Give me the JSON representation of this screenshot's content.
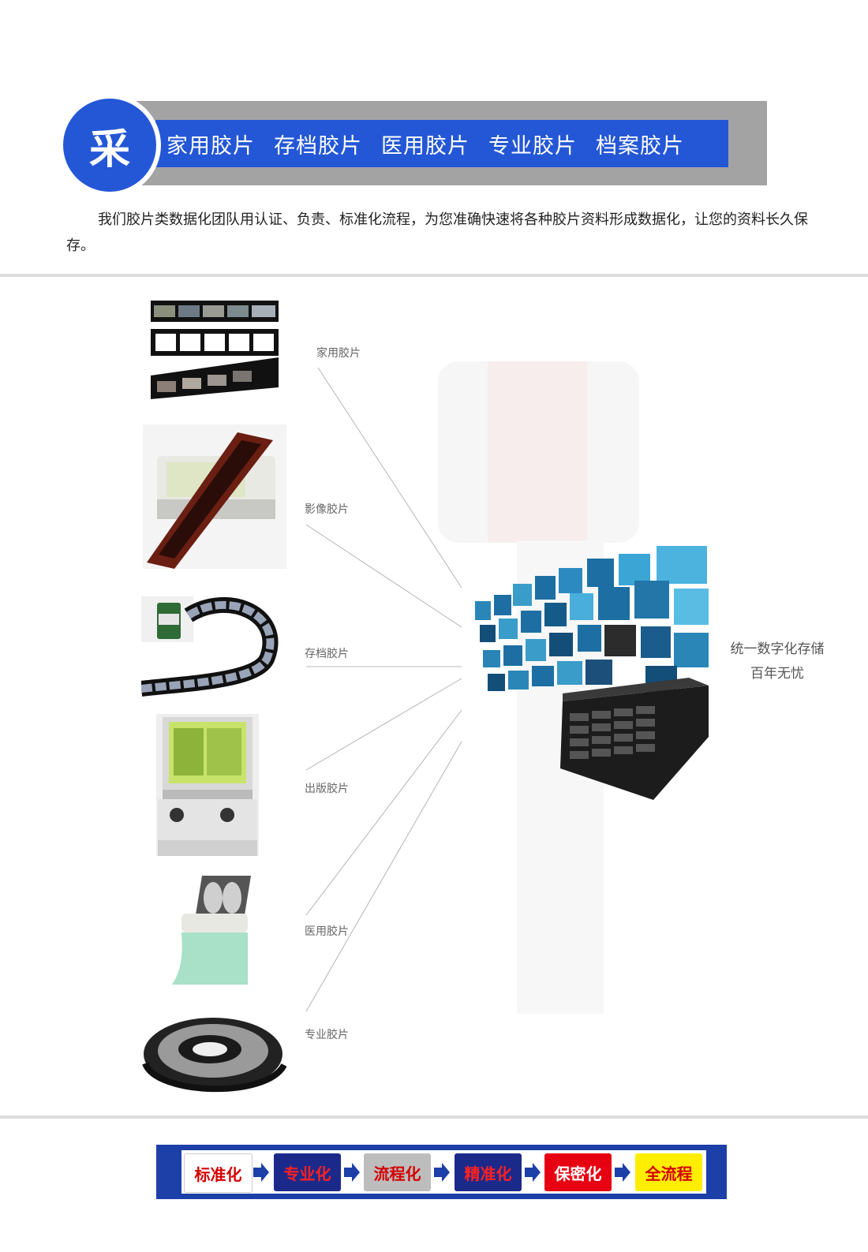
{
  "header": {
    "badge": "采",
    "tags": [
      "家用胶片",
      "存档胶片",
      "医用胶片",
      "专业胶片",
      "档案胶片"
    ]
  },
  "intro": "我们胶片类数据化团队用认证、负责、标准化流程，为您准确快速将各种胶片资料形成数据化，让您的资料长久保存。",
  "categories": [
    {
      "label": "家用胶片",
      "image": "film-strip-photos"
    },
    {
      "label": "影像胶片",
      "image": "film-scanner-device"
    },
    {
      "label": "存档胶片",
      "image": "film-roll-canister"
    },
    {
      "label": "出版胶片",
      "image": "microfilm-reader-machine"
    },
    {
      "label": "医用胶片",
      "image": "xray-film-scanner"
    },
    {
      "label": "专业胶片",
      "image": "film-reel"
    }
  ],
  "storage": {
    "note_line1": "统一数字化存储",
    "note_line2": "百年无忧",
    "image": "media-wall-and-storage-server"
  },
  "flow": {
    "steps": [
      {
        "label": "标准化",
        "bg": "#ffffff",
        "fg": "#d40000"
      },
      {
        "label": "专业化",
        "bg": "#1b2a8a",
        "fg": "#ff2020"
      },
      {
        "label": "流程化",
        "bg": "#bdbdbd",
        "fg": "#d40000"
      },
      {
        "label": "精准化",
        "bg": "#1b2a8a",
        "fg": "#ff2020"
      },
      {
        "label": "保密化",
        "bg": "#e60012",
        "fg": "#ffffff"
      },
      {
        "label": "全流程",
        "bg": "#ffee00",
        "fg": "#d40000"
      }
    ]
  },
  "colors": {
    "brand_blue": "#2457d6",
    "band_gray": "#a3a3a3"
  }
}
